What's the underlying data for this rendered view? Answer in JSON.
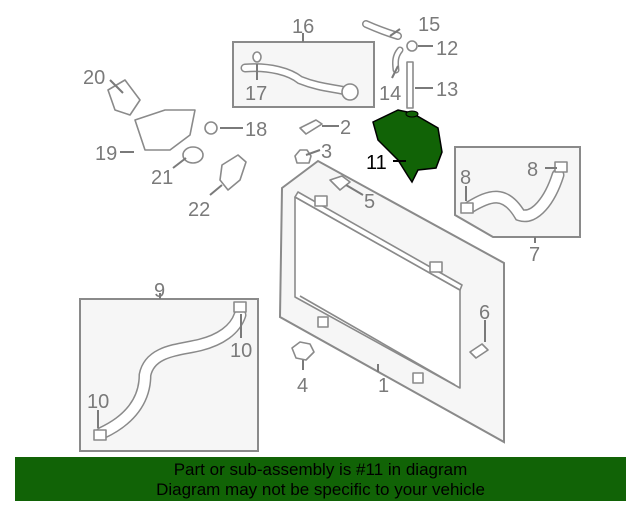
{
  "diagram": {
    "callouts": {
      "c1": "1",
      "c2": "2",
      "c3": "3",
      "c4": "4",
      "c5": "5",
      "c6": "6",
      "c7": "7",
      "c8a": "8",
      "c8b": "8",
      "c9": "9",
      "c10a": "10",
      "c10b": "10",
      "c11": "11",
      "c12": "12",
      "c13": "13",
      "c14": "14",
      "c15": "15",
      "c16": "16",
      "c17": "17",
      "c18": "18",
      "c19": "19",
      "c20": "20",
      "c21": "21",
      "c22": "22"
    },
    "highlight_color": "#116306"
  },
  "banner": {
    "line1": "Part or sub-assembly is #11 in diagram",
    "line2": "Diagram may not be specific to your vehicle",
    "background": "#116306"
  }
}
